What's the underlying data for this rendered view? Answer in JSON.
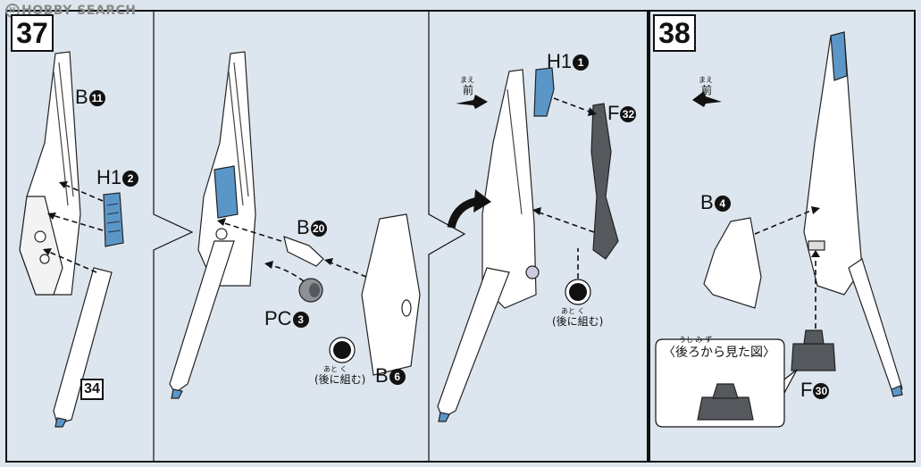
{
  "watermark": "HOBBY SEARCH",
  "steps": {
    "left": "37",
    "right": "38"
  },
  "part_ref_34": "34",
  "panel1": {
    "labels": [
      {
        "part": "B",
        "num": "11"
      },
      {
        "part": "H1",
        "num": "2"
      }
    ]
  },
  "panel2": {
    "labels": [
      {
        "part": "B",
        "num": "20"
      },
      {
        "part": "PC",
        "num": "3"
      },
      {
        "part": "B",
        "num": "6"
      }
    ],
    "assemble_later": "(後に組む)",
    "assemble_later_ruby": "あと    く"
  },
  "panel3": {
    "labels": [
      {
        "part": "H1",
        "num": "1"
      },
      {
        "part": "F",
        "num": "32"
      }
    ],
    "front": "前",
    "front_ruby": "まえ",
    "assemble_later": "(後に組む)",
    "assemble_later_ruby": "あと    く"
  },
  "panel4": {
    "labels": [
      {
        "part": "B",
        "num": "4"
      },
      {
        "part": "F",
        "num": "30"
      }
    ],
    "front": "前",
    "front_ruby": "まえ",
    "back_view": "〈後ろから見た図〉",
    "back_view_ruby": "うし        み   ず"
  },
  "colors": {
    "background": "#dde6ee",
    "part_white": "#ffffff",
    "part_blue": "#5b96c8",
    "part_gray": "#55595e",
    "ink": "#111111"
  }
}
